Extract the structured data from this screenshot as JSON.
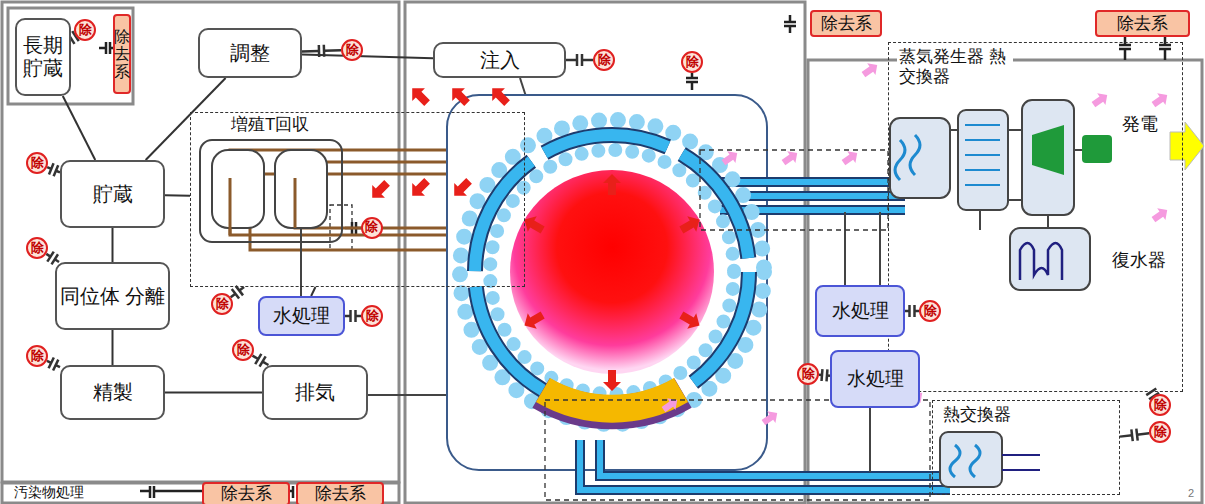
{
  "diagram": {
    "nodes": [
      {
        "text": [
          "長期 貯蔵"
        ]
      },
      {
        "text": [
          "除"
        ]
      },
      {
        "text": [
          "除去系"
        ]
      },
      {
        "text": [
          "調整"
        ]
      },
      {
        "text": [
          "除"
        ]
      },
      {
        "text": [
          "注入"
        ]
      },
      {
        "text": [
          "除"
        ]
      },
      {
        "text": [
          "除去系"
        ]
      },
      {
        "text": [
          "除去系"
        ]
      },
      {
        "text": [
          "除"
        ]
      },
      {
        "text": [
          "増殖T回収"
        ]
      },
      {
        "text": [
          "除"
        ],
        "in": 10
      },
      {
        "text": [
          "貯蔵"
        ]
      },
      {
        "text": [
          "除"
        ]
      },
      {
        "text": [
          "同位体 分離"
        ]
      },
      {
        "text": [
          "除"
        ]
      },
      {
        "text": [
          "除"
        ]
      },
      {
        "text": [
          "水処理"
        ]
      },
      {
        "text": [
          "除"
        ]
      },
      {
        "text": [
          "蒸気発生器 熱交換器"
        ]
      },
      {
        "text": [
          "水処理"
        ]
      },
      {
        "text": [
          "除"
        ]
      },
      {
        "text": [
          "水処理"
        ]
      },
      {
        "text": [
          "除"
        ]
      },
      {
        "text": [
          "熱交換器"
        ]
      },
      {
        "text": [
          "除"
        ]
      },
      {
        "text": [
          "除"
        ]
      },
      {
        "text": [
          "精製"
        ]
      },
      {
        "text": [
          "除"
        ]
      },
      {
        "text": [
          "排気"
        ]
      },
      {
        "text": [
          "除"
        ]
      },
      {
        "text": [
          "除去系"
        ]
      },
      {
        "text": [
          "除去系"
        ]
      }
    ],
    "edges": [
      {
        "from": 0,
        "to": 1,
        "arrow": "none"
      },
      {
        "from": 0,
        "to": 12,
        "arrow": "none"
      },
      {
        "from": 3,
        "to": 4,
        "arrow": "none"
      },
      {
        "from": 3,
        "to": 12,
        "arrow": "none"
      },
      {
        "from": 3,
        "to": 5,
        "arrow": "none"
      },
      {
        "from": 5,
        "to": 6,
        "arrow": "none"
      },
      {
        "from": 12,
        "to": 10,
        "arrow": "none"
      },
      {
        "from": 12,
        "to": 13,
        "arrow": "none"
      },
      {
        "from": 12,
        "to": 14,
        "arrow": "none"
      },
      {
        "from": 14,
        "to": 15,
        "arrow": "none"
      },
      {
        "from": 10,
        "to": 16,
        "arrow": "none"
      },
      {
        "from": 10,
        "to": 17,
        "arrow": "none"
      },
      {
        "from": 17,
        "to": 18,
        "arrow": "none"
      },
      {
        "from": 14,
        "to": 27,
        "arrow": "none"
      },
      {
        "from": 27,
        "to": 28,
        "arrow": "none"
      },
      {
        "from": 27,
        "to": 29,
        "arrow": "none"
      },
      {
        "from": 29,
        "to": 30,
        "arrow": "none"
      },
      {
        "from": 20,
        "to": 21,
        "arrow": "none"
      },
      {
        "from": 22,
        "to": 23,
        "arrow": "none"
      },
      {
        "from": 24,
        "to": 25,
        "arrow": "none"
      },
      {
        "from": 19,
        "to": 26,
        "arrow": "none"
      }
    ],
    "labels": [
      "発電",
      "復水器",
      "汚染物処理",
      "2"
    ]
  }
}
